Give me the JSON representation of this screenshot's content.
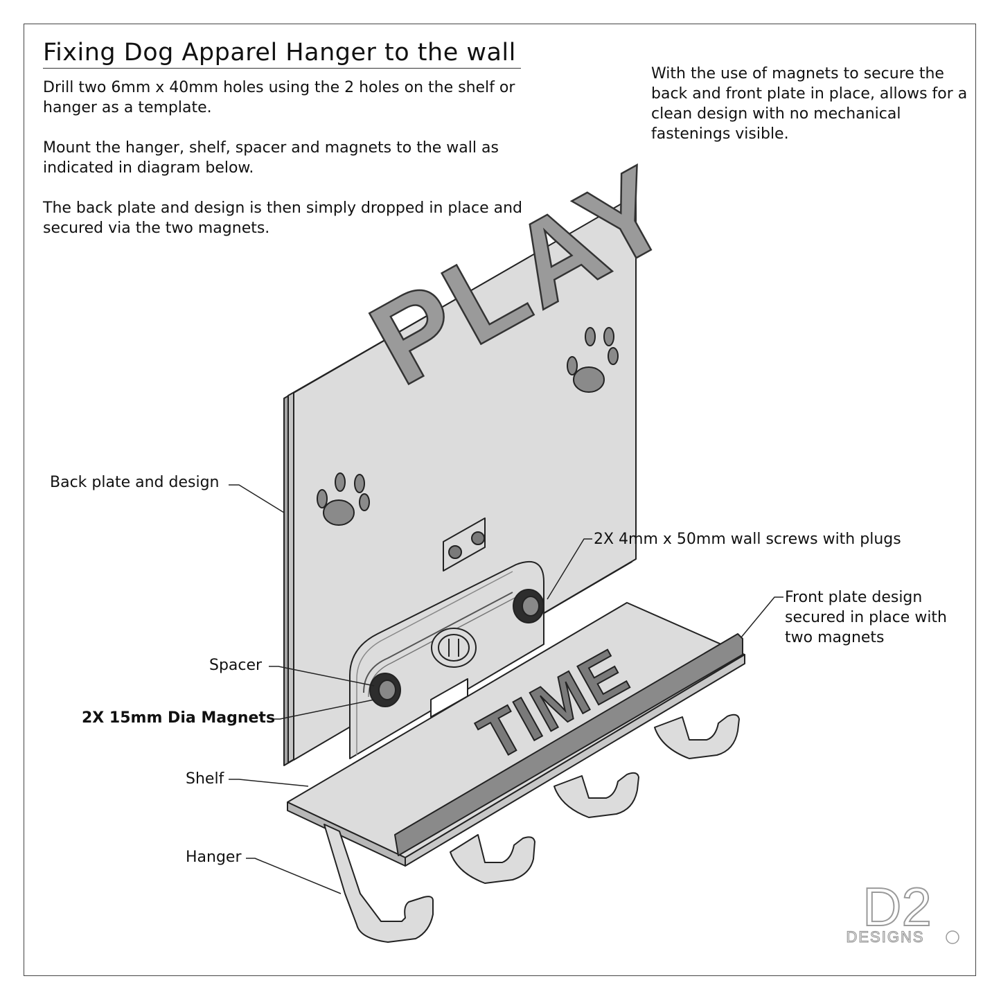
{
  "title": "Fixing Dog Apparel Hanger to the wall",
  "instructions": [
    "Drill two 6mm x 40mm holes using the 2 holes on the shelf or hanger as a template.",
    "Mount the hanger, shelf, spacer and magnets to the wall as indicated in diagram below.",
    "The back plate and design is then simply dropped in place and secured via the two magnets."
  ],
  "note": "With the use of magnets to secure the back and front plate in place, allows for a clean design with no mechanical fastenings visible.",
  "labels": {
    "back_plate": "Back plate and design",
    "screws": "2X 4mm x 50mm wall screws with plugs",
    "front_plate_line1": "Front plate design",
    "front_plate_line2": "secured in place with",
    "front_plate_line3": "two magnets",
    "spacer": "Spacer",
    "magnets": "2X 15mm Dia Magnets",
    "shelf": "Shelf",
    "hanger": "Hanger"
  },
  "plate_text": {
    "back": "PLAY",
    "front": "TIME"
  },
  "logo": {
    "mark": "D2",
    "word": "DESIGNS"
  },
  "colors": {
    "part_fill": "#dcdcdc",
    "part_edge": "#9a9a9a",
    "outline": "#222222",
    "cutout": "#6e6e6e",
    "magnet": "#2d2d2d"
  }
}
